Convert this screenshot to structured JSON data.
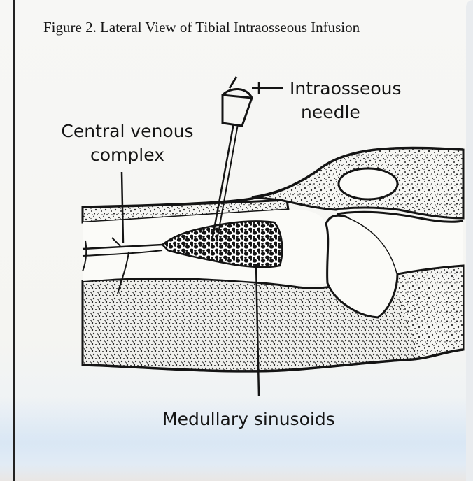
{
  "figure": {
    "title": "Figure 2. Lateral View of Tibial Intraosseous Infusion"
  },
  "labels": {
    "needle_line1": "Intraosseous",
    "needle_line2": "needle",
    "central_line1": "Central venous",
    "central_line2": "complex",
    "medullary": "Medullary sinusoids"
  },
  "colors": {
    "ink": "#141414",
    "paper": "#f6f6f3",
    "stipple": "#2a2a2a"
  }
}
